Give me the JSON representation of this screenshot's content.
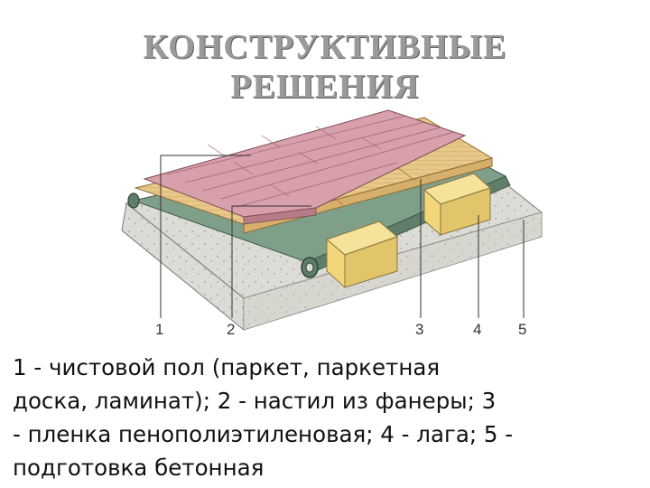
{
  "title": {
    "line1": "КОНСТРУКТИВНЫЕ",
    "line2": "РЕШЕНИЯ"
  },
  "callouts": [
    "1",
    "2",
    "3",
    "4",
    "5"
  ],
  "caption": {
    "line1": "1 - чистовой пол (паркет, паркетная",
    "line2": "доска, ламинат); 2 - настил из фанеры; 3",
    "line3": "- пленка пенополиэтиленовая; 4 - лага; 5 -",
    "line4": "подготовка бетонная"
  },
  "colors": {
    "concrete": "#dcdcd6",
    "film": "#6f8f78",
    "plywood": "#e8c98a",
    "joist": "#f1d77a",
    "parquet": "#d8a0aa"
  }
}
